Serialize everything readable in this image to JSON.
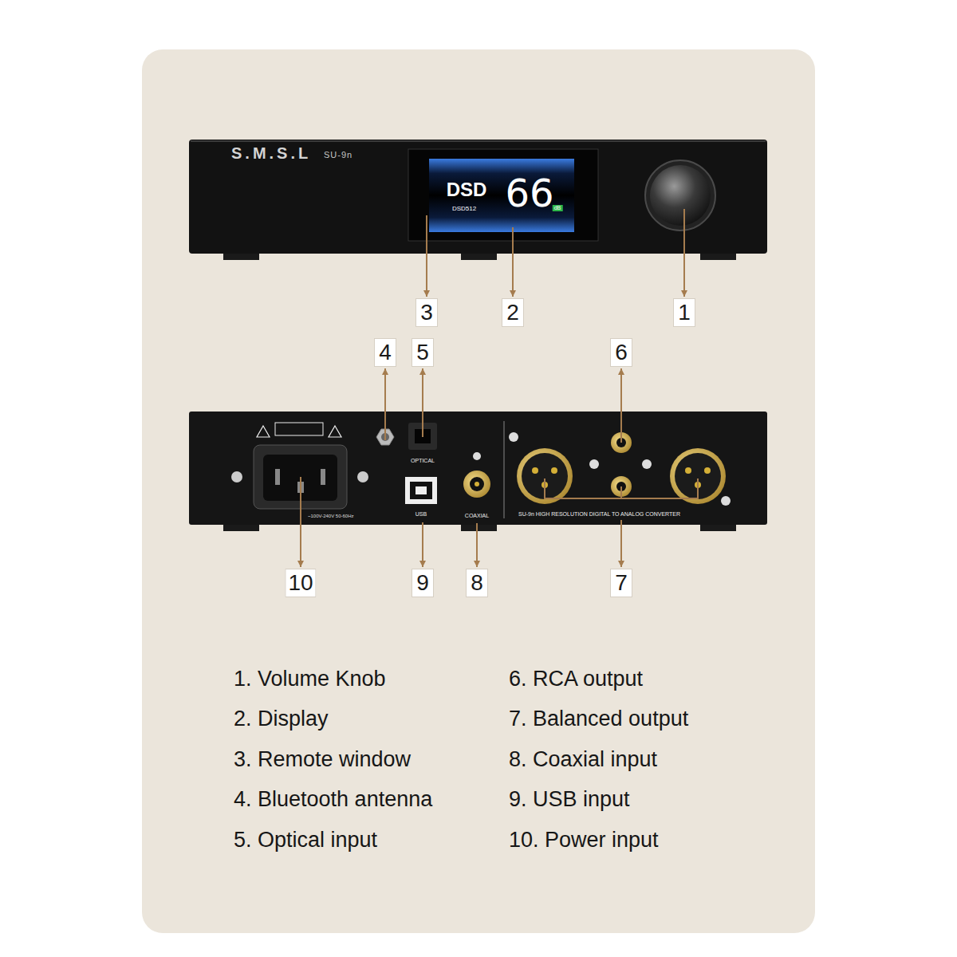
{
  "diagram": {
    "labels": [
      "S.M.S.L",
      "SU-9n",
      "DSD",
      "DSD512",
      "66",
      "dB",
      "3",
      "2",
      "1",
      "4",
      "5",
      "6",
      "OPTICAL",
      "USB",
      "COAXIAL",
      "SU-9n HIGH RESOLUTION DIGITAL TO ANALOG CONVERTER",
      "~100V-240V 50-60Hz",
      "10",
      "9",
      "8",
      "7",
      "1. Volume Knob",
      "2. Display",
      "3. Remote window",
      "4. Bluetooth antenna",
      "5. Optical input",
      "6. RCA output",
      "7. Balanced output",
      "8. Coaxial input",
      "9. USB input",
      "10. Power input"
    ]
  }
}
